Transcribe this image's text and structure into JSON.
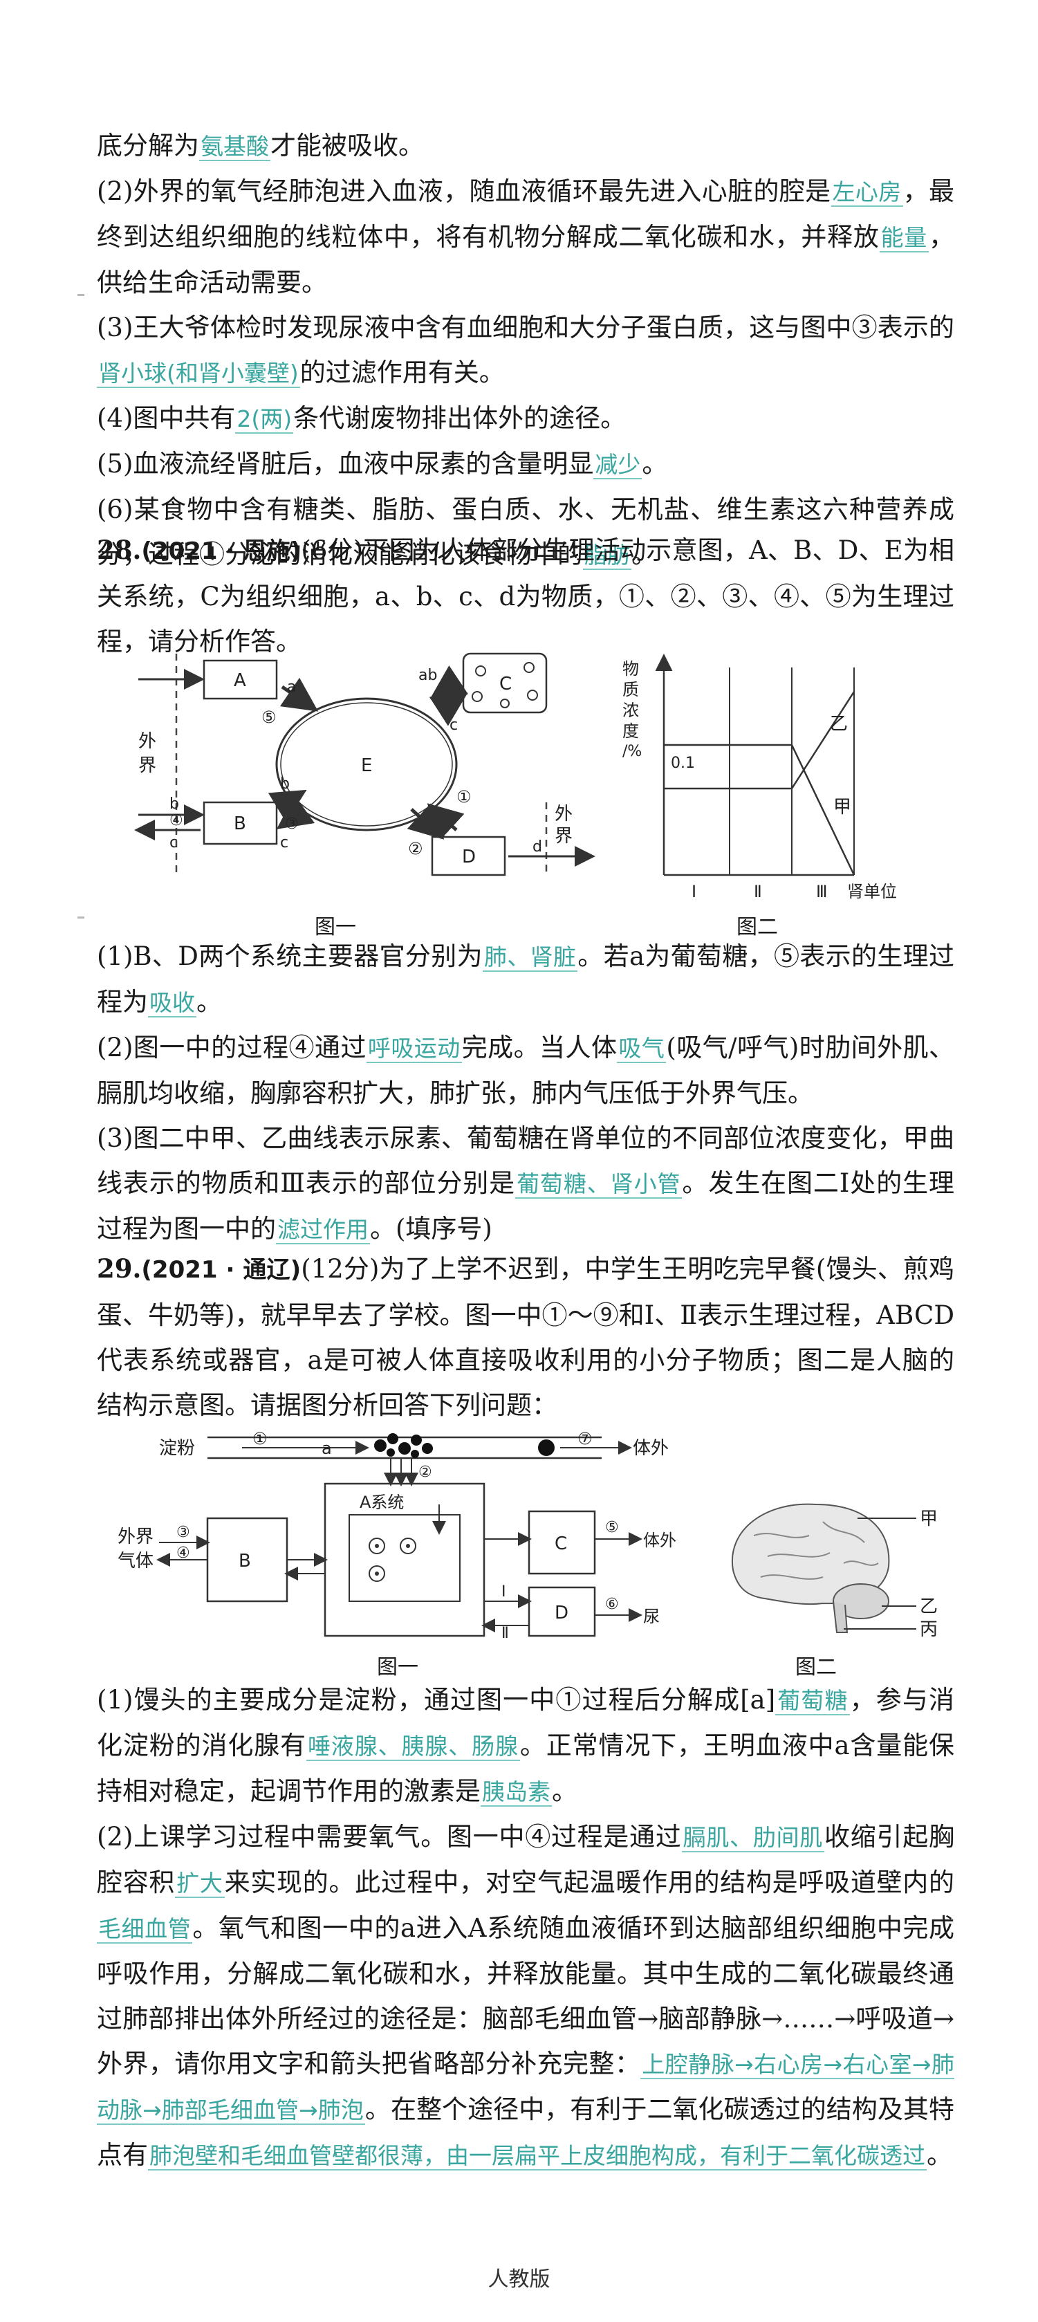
{
  "q27": {
    "l1": {
      "a": "底分解为",
      "ans": "氨基酸",
      "b": "才能被吸收。"
    },
    "l2": {
      "a": "(2)外界的氧气经肺泡进入血液，随血液循环最先进入心脏的腔是",
      "ans": "左心房",
      "b": "，最终到达组织细胞的线粒体中，将有机物分解成二氧化碳和水，并释放",
      "ans2": "能量",
      "c": "，供给生命活动需要。"
    },
    "l3": {
      "a": "(3)王大爷体检时发现尿液中含有血细胞和大分子蛋白质，这与图中③表示的",
      "ans": "肾小球(和肾小囊壁)",
      "b": "的过滤作用有关。"
    },
    "l4": {
      "a": "(4)图中共有",
      "ans": "2(两)",
      "b": "条代谢废物排出体外的途径。"
    },
    "l5": {
      "a": "(5)血液流经肾脏后，血液中尿素的含量明显",
      "ans": "减少",
      "b": "。"
    },
    "l6": {
      "a": "(6)某食物中含有糖类、脂肪、蛋白质、水、无机盐、维生素这六种营养成分，过程①分泌的消化液能消化该食物中的",
      "ans": "脂肪",
      "b": "。"
    }
  },
  "q28": {
    "num": "28.",
    "src": "(2021 · 恩施)",
    "stem": "(6分)下图为人体部分生理活动示意图，A、B、D、E为相关系统，C为组织细胞，a、b、c、d为物质，①、②、③、④、⑤为生理过程，请分析作答。",
    "fig1": {
      "caption": "图一",
      "A": "A",
      "B": "B",
      "C": "C",
      "D": "D",
      "E": "E",
      "outside1": "外\n界",
      "outside2": "外\n界",
      "a": "a",
      "ab": "ab",
      "b1": "b",
      "b2": "b",
      "c1": "c",
      "c2": "c",
      "c3": "c",
      "d": "d",
      "n1": "①",
      "n2": "②",
      "n3": "③",
      "n4": "④",
      "n5": "⑤"
    },
    "fig2": {
      "caption": "图二",
      "ylabel1": "物",
      "ylabel2": "质",
      "ylabel3": "浓",
      "ylabel4": "度",
      "ylabel5": "/%",
      "tick": "0.1",
      "s1": "乙",
      "s2": "甲",
      "x1": "Ⅰ",
      "x2": "Ⅱ",
      "x3": "Ⅲ",
      "xlabel": "肾单位"
    },
    "s1": {
      "a": "(1)B、D两个系统主要器官分别为",
      "ans": "肺、肾脏",
      "b": "。若a为葡萄糖，⑤表示的生理过程为",
      "ans2": "吸收",
      "c": "。"
    },
    "s2": {
      "a": "(2)图一中的过程④通过",
      "ans": "呼吸运动",
      "b": "完成。当人体",
      "ans2": "吸气",
      "c": "(吸气/呼气)时肋间外肌、膈肌均收缩，胸廓容积扩大，肺扩张，肺内气压低于外界气压。"
    },
    "s3": {
      "a": "(3)图二中甲、乙曲线表示尿素、葡萄糖在肾单位的不同部位浓度变化，甲曲线表示的物质和Ⅲ表示的部位分别是",
      "ans": "葡萄糖、肾小管",
      "b": "。发生在图二Ⅰ处的生理过程为图一中的",
      "ans2": "滤过作用",
      "c": "。(填序号)"
    }
  },
  "q29": {
    "num": "29.",
    "src": "(2021 · 通辽)",
    "stem": "(12分)为了上学不迟到，中学生王明吃完早餐(馒头、煎鸡蛋、牛奶等)，就早早去了学校。图一中①～⑨和Ⅰ、Ⅱ表示生理过程，ABCD代表系统或器官，a是可被人体直接吸收利用的小分子物质；图二是人脑的结构示意图。请据图分析回答下列问题：",
    "fig1": {
      "caption": "图一",
      "starch": "淀粉",
      "n1": "①",
      "a": "a",
      "n2": "②",
      "n7": "⑦",
      "out": "体外",
      "asys": "A系统",
      "outside": "外界",
      "gas": "气体",
      "n3": "③",
      "n4": "④",
      "B": "B",
      "C": "C",
      "n5": "⑤",
      "out2": "体外",
      "D": "D",
      "n6": "⑥",
      "urine": "尿",
      "I": "Ⅰ",
      "II": "Ⅱ"
    },
    "fig2": {
      "caption": "图二",
      "l1": "甲",
      "l2": "乙",
      "l3": "丙"
    },
    "s1": {
      "a": "(1)馒头的主要成分是淀粉，通过图一中①过程后分解成[a]",
      "ans": "葡萄糖",
      "b": "，参与消化淀粉的消化腺有",
      "ans2": "唾液腺、胰腺、肠腺",
      "c": "。正常情况下，王明血液中a含量能保持相对稳定，起调节作用的激素是",
      "ans3": "胰岛素",
      "d": "。"
    },
    "s2": {
      "a": "(2)上课学习过程中需要氧气。图一中④过程是通过",
      "ans": "膈肌、肋间肌",
      "b": "收缩引起胸腔容积",
      "ans2": "扩大",
      "c": "来实现的。此过程中，对空气起温暖作用的结构是呼吸道壁内的",
      "ans3": "毛细血管",
      "d": "。氧气和图一中的a进入A系统随血液循环到达脑部组织细胞中完成呼吸作用，分解成二氧化碳和水，并释放能量。其中生成的二氧化碳最终通过肺部排出体外所经过的途径是：脑部毛细血管→脑部静脉→……→呼吸道→外界，请你用文字和箭头把省略部分补充完整：",
      "ans4": "上腔静脉→右心房→右心室→肺动脉→肺部毛细血管→肺泡",
      "e": "。在整个途径中，有利于二氧化碳透过的结构及其特点有",
      "ans5": "肺泡壁和毛细血管壁都很薄，由一层扁平上皮细胞构成，有利于二氧化碳透过",
      "f": "。"
    }
  },
  "footer": "人教版"
}
